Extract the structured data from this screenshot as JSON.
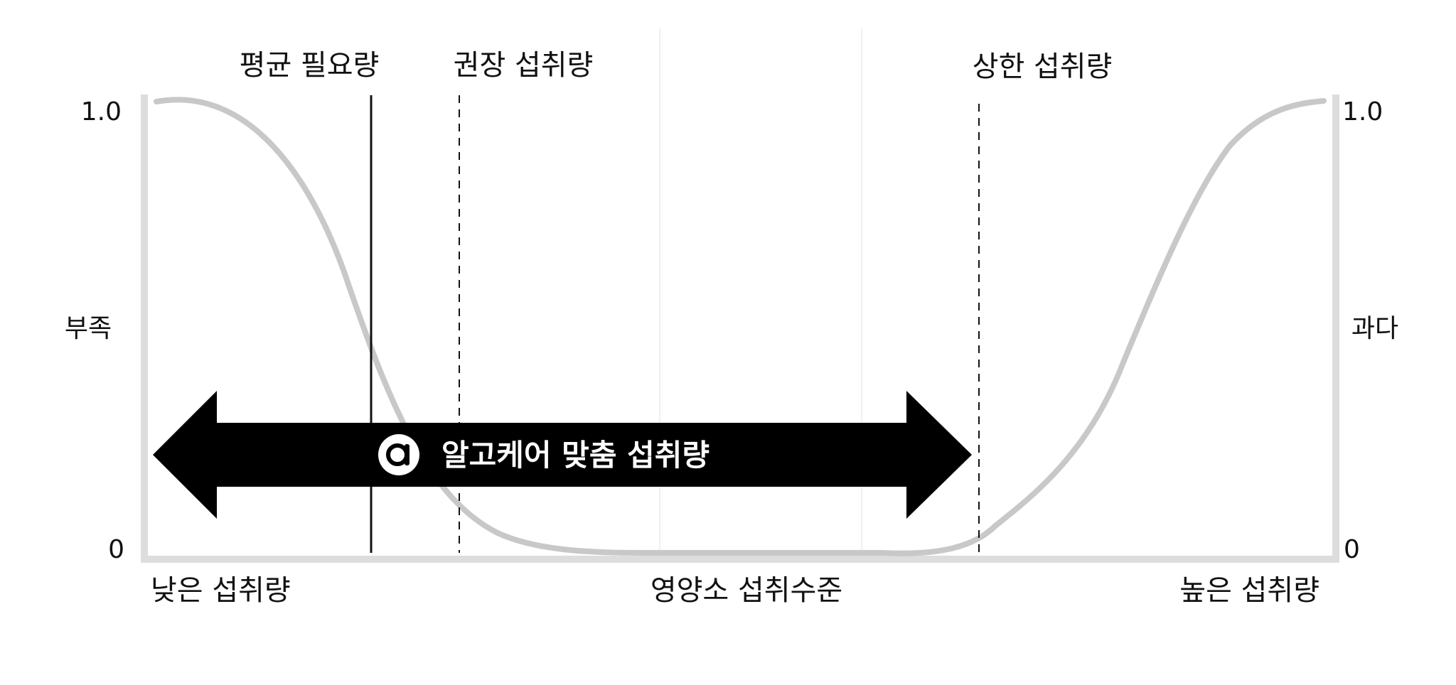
{
  "marker_labels": {
    "ear": "평균 필요량",
    "rni": "권장 섭취량",
    "ul": "상한 섭취량"
  },
  "axis": {
    "left_top_tick": "1.0",
    "left_bottom_tick": "0",
    "right_top_tick": "1.0",
    "right_bottom_tick": "0",
    "left_label": "부족",
    "right_label": "과다",
    "x_low": "낮은 섭취량",
    "x_center": "영양소 섭취수준",
    "x_high": "높은 섭취량"
  },
  "banner": {
    "logo_icon": "algocare-logo-icon",
    "label": "알고케어 맞춤 섭취량"
  },
  "colors": {
    "curve": "#c8c8c8",
    "axis": "#dddddd",
    "arrow": "#000000",
    "text": "#111111"
  }
}
